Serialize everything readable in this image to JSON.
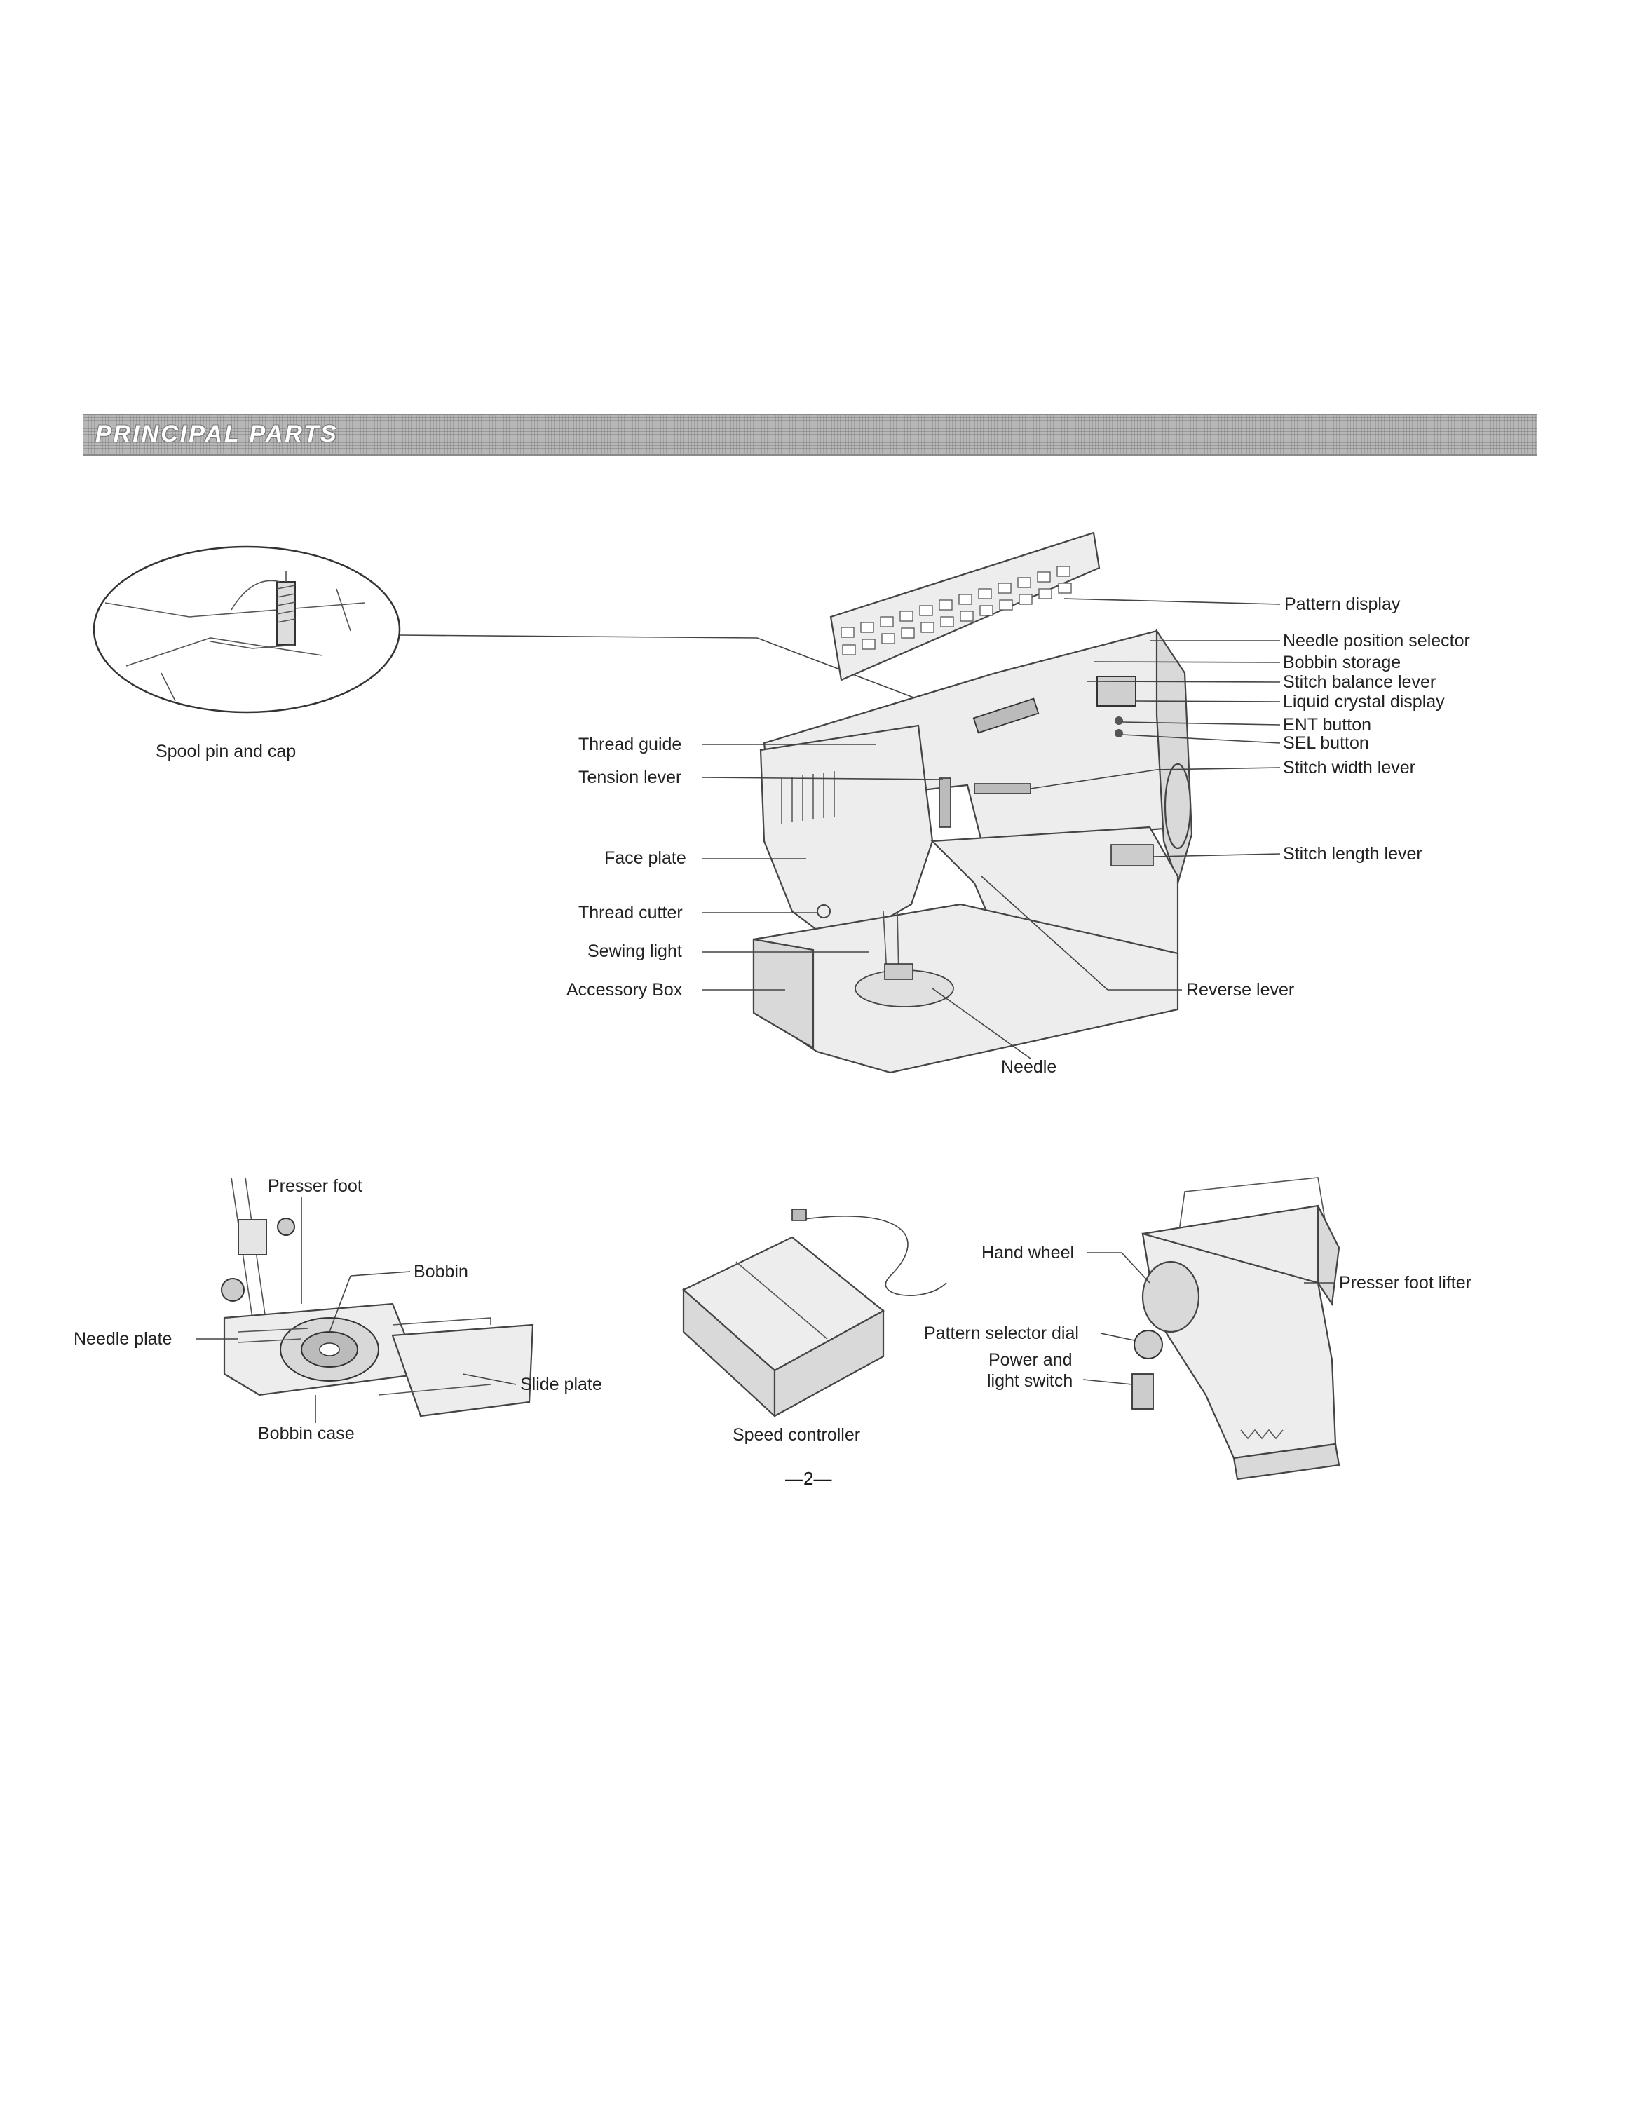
{
  "header": {
    "title": "PRINCIPAL PARTS"
  },
  "labels": {
    "spool_pin_and_cap": "Spool pin and cap",
    "pattern_display": "Pattern display",
    "needle_position_selector": "Needle position selector",
    "bobbin_storage": "Bobbin storage",
    "stitch_balance_lever": "Stitch balance lever",
    "liquid_crystal_display": "Liquid crystal display",
    "ent_button": "ENT button",
    "sel_button": "SEL button",
    "stitch_width_lever": "Stitch width lever",
    "stitch_length_lever": "Stitch length lever",
    "thread_guide": "Thread guide",
    "tension_lever": "Tension lever",
    "face_plate": "Face plate",
    "thread_cutter": "Thread cutter",
    "sewing_light": "Sewing light",
    "accessory_box": "Accessory Box",
    "reverse_lever": "Reverse lever",
    "needle": "Needle",
    "presser_foot": "Presser foot",
    "bobbin": "Bobbin",
    "needle_plate": "Needle plate",
    "slide_plate": "Slide plate",
    "bobbin_case": "Bobbin case",
    "speed_controller": "Speed controller",
    "hand_wheel": "Hand wheel",
    "presser_foot_lifter": "Presser foot lifter",
    "pattern_selector_dial": "Pattern selector dial",
    "power_and_light_switch_line1": "Power and",
    "power_and_light_switch_line2": "light switch"
  },
  "page_number": "—2—"
}
